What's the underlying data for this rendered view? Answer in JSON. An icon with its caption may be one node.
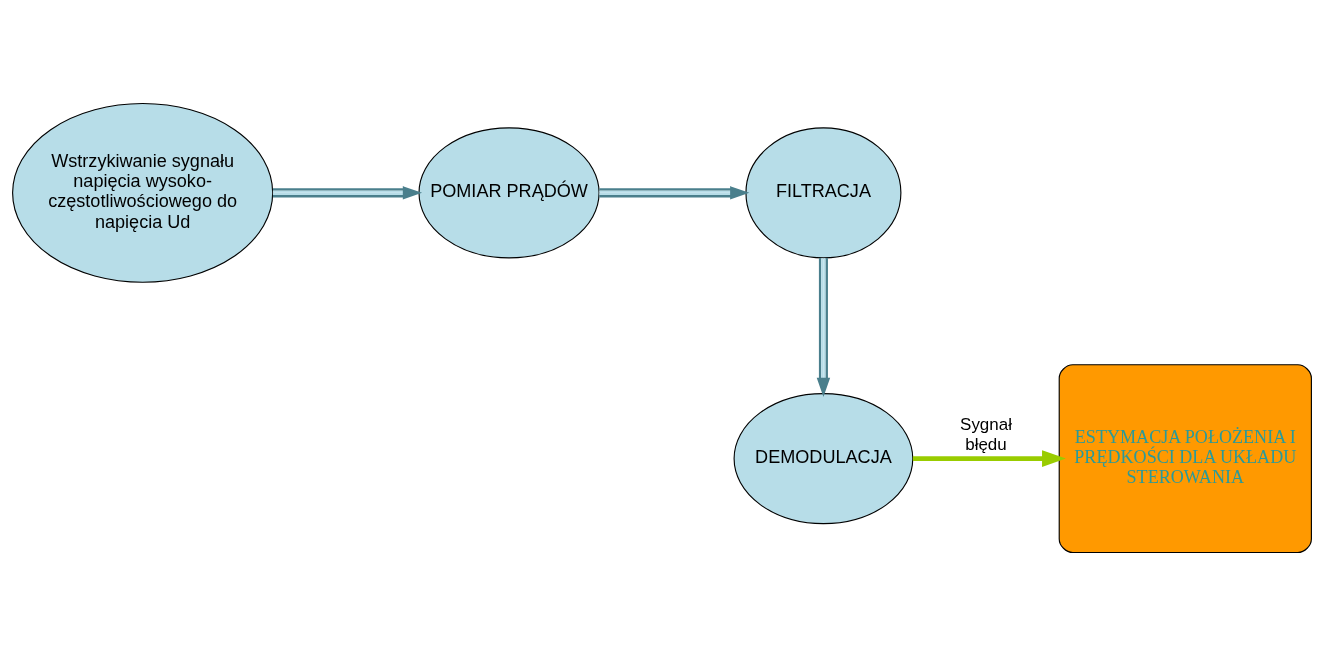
{
  "diagram": {
    "nodes": [
      {
        "text": [
          "Wstrzykiwanie sygnału napięcia wysoko- częstotliwościowego do napięcia Ud"
        ]
      },
      {
        "text": [
          "POMIAR PRĄDÓW"
        ]
      },
      {
        "text": [
          "FILTRACJA"
        ]
      },
      {
        "text": [
          "DEMODULACJA"
        ]
      },
      {
        "text": [
          "ESTYMACJA POŁOŻENIA I PRĘDKOŚCI DLA UKŁADU STEROWANIA"
        ]
      }
    ],
    "edges": [
      {
        "from": 0,
        "to": 1,
        "arrow": "to"
      },
      {
        "from": 1,
        "to": 2,
        "arrow": "to"
      },
      {
        "from": 2,
        "to": 3,
        "arrow": "to"
      },
      {
        "from": 3,
        "to": 4,
        "arrow": "to",
        "label": "Sygnał błędu",
        "color": "#99cc00",
        "style": "thick"
      }
    ]
  }
}
